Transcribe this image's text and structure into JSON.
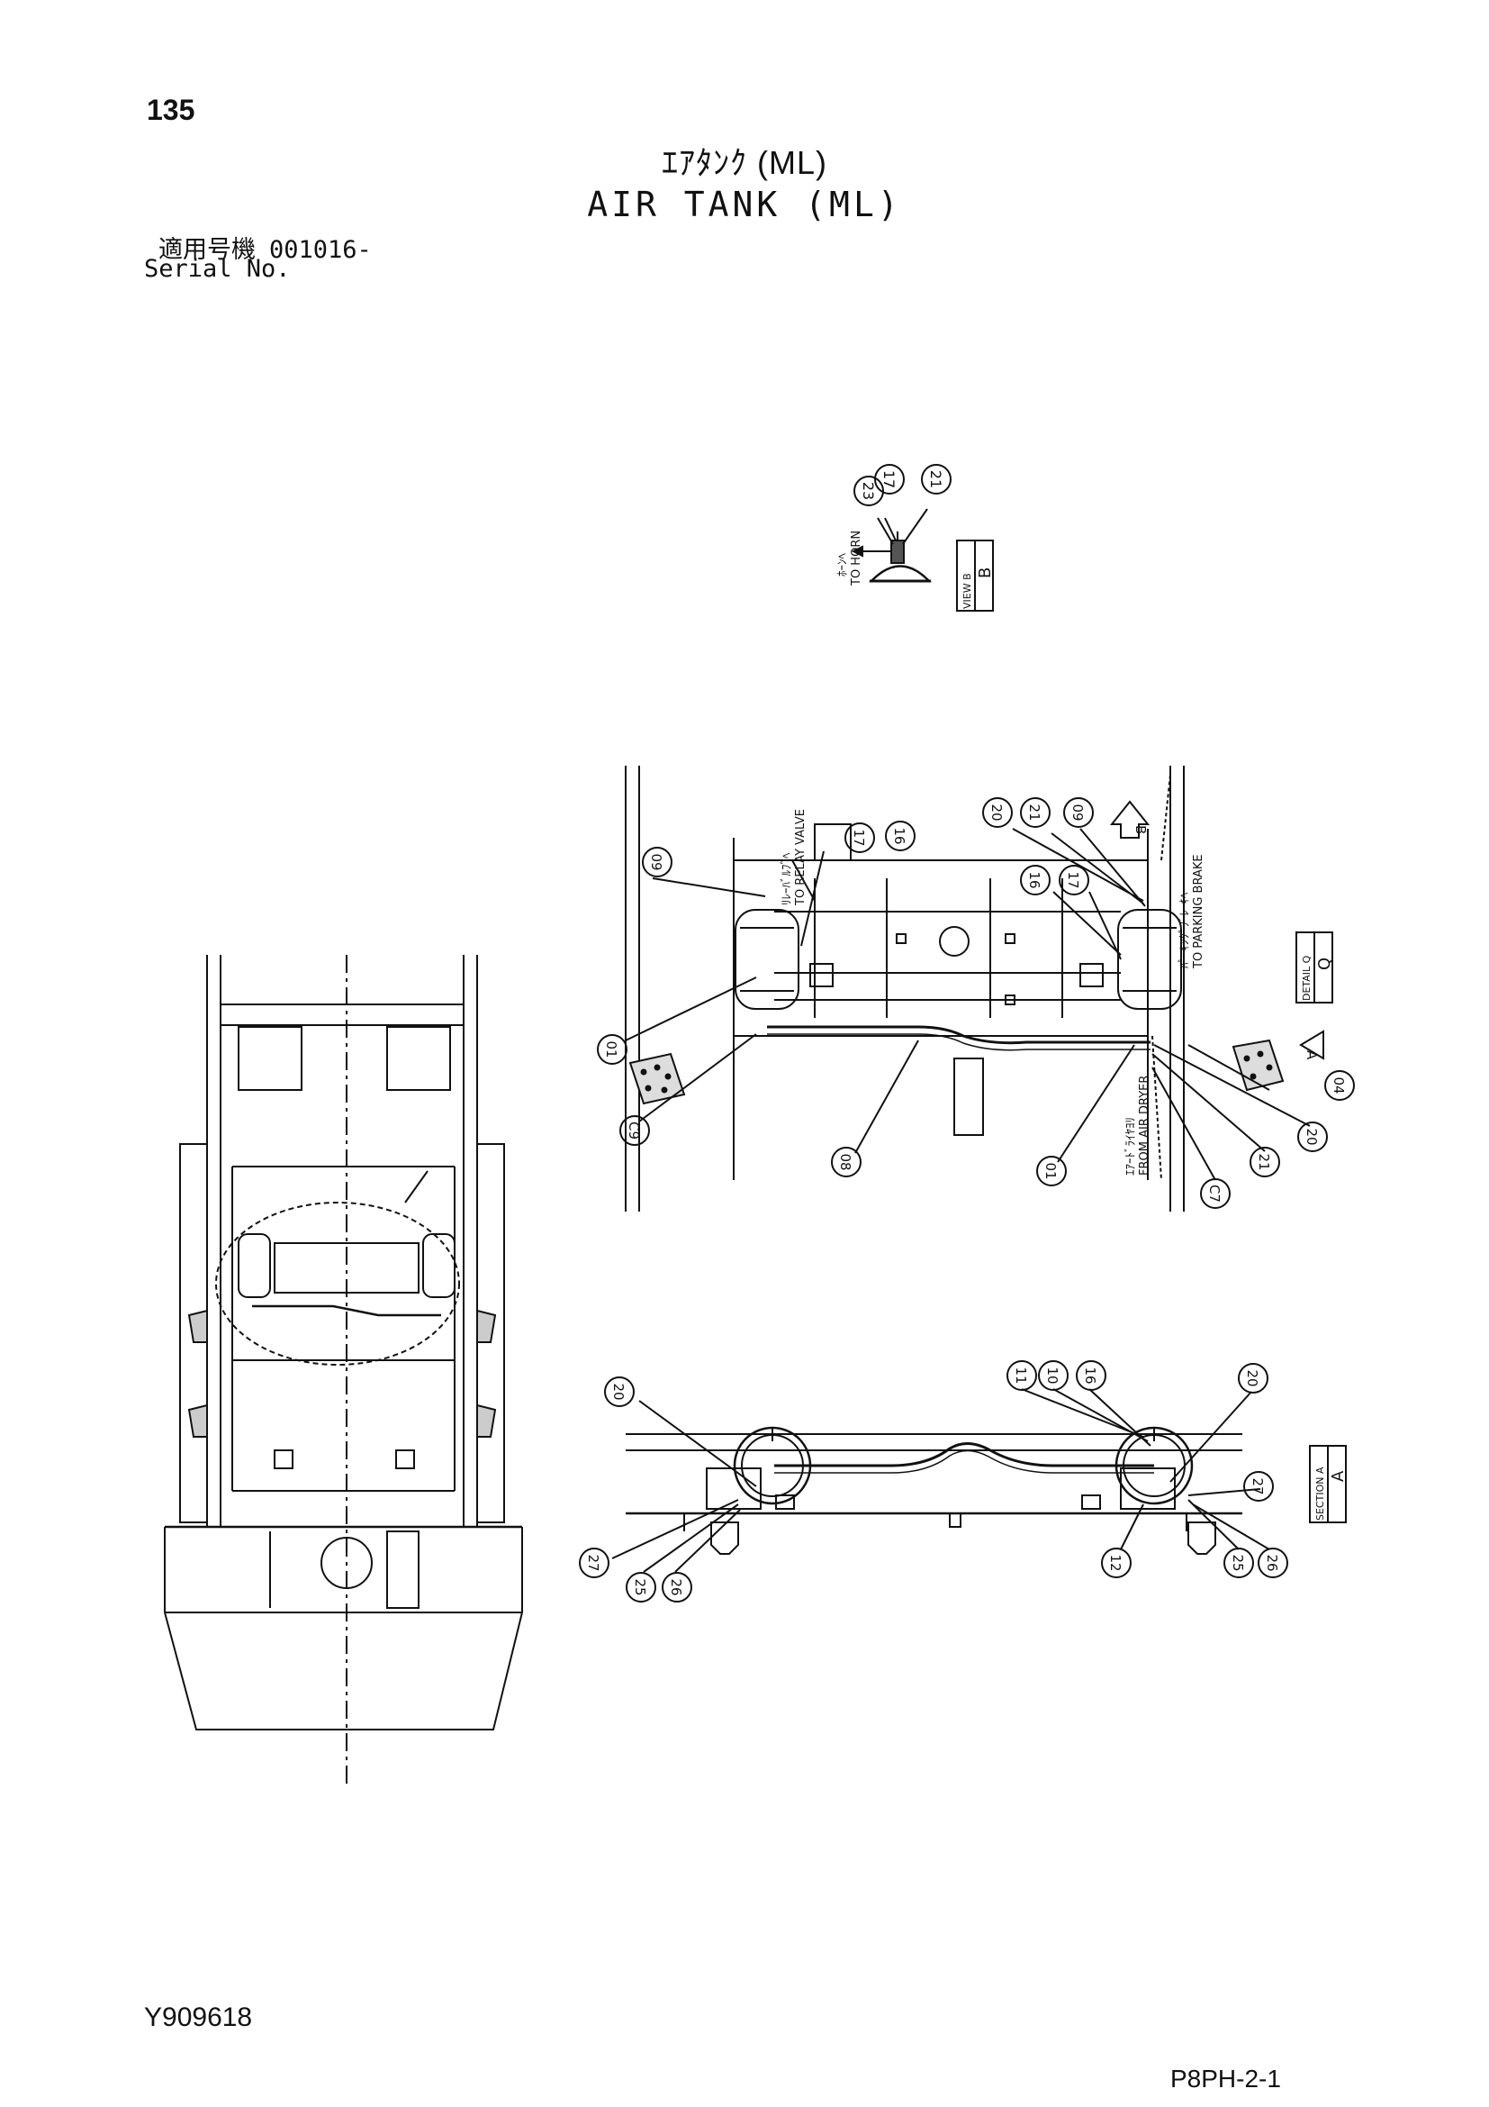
{
  "header": {
    "page_number": "135",
    "title_ja": "ｴｱﾀﾝｸ (ML)",
    "title_en": "AIR TANK (ML)",
    "serial_label_ja": "適用号機",
    "serial_value": "001016-",
    "serial_label_en": "Serial No."
  },
  "footer": {
    "doc_code": "Y909618",
    "page_code": "P8PH-2-1"
  },
  "views": {
    "view_b": {
      "label": "VIEW B",
      "note_ja": "ﾎｰﾝﾍ",
      "note_en": "TO HORN"
    },
    "detail_q": {
      "label": "DETAIL Q"
    },
    "section_a": {
      "label": "SECTION A"
    },
    "arrow_b": "B",
    "arrow_a": "A"
  },
  "notes": {
    "relay_ja": "ﾘﾚｰﾊﾞﾙﾌﾞﾍ",
    "relay_en": "TO RELAY VALVE",
    "parking_ja": "ﾊﾟｰｷﾝｸﾞﾌﾞﾚｰｷﾍ",
    "parking_en": "TO PARKING BRAKE",
    "dryer_ja": "ｴｱｰﾄﾞﾗｲﾔﾖﾘ",
    "dryer_en": "FROM AIR DRYER"
  },
  "callouts": {
    "vb_23": "23",
    "vb_17": "17",
    "vb_21": "21",
    "dq_09a": "09",
    "dq_17a": "17",
    "dq_16a": "16",
    "dq_20": "20",
    "dq_21a": "21",
    "dq_09b": "09",
    "dq_16b": "16",
    "dq_17b": "17",
    "dq_01a": "01",
    "dq_c9": "C9",
    "dq_08": "08",
    "dq_01b": "01",
    "dq_c7": "C7",
    "dq_21b": "21",
    "dq_20b": "20",
    "dq_04": "04",
    "sa_20a": "20",
    "sa_27a": "27",
    "sa_25a": "25",
    "sa_26a": "26",
    "sa_11": "11",
    "sa_10": "10",
    "sa_16": "16",
    "sa_20b": "20",
    "sa_27b": "27",
    "sa_25b": "25",
    "sa_26b": "26",
    "sa_12": "12"
  }
}
